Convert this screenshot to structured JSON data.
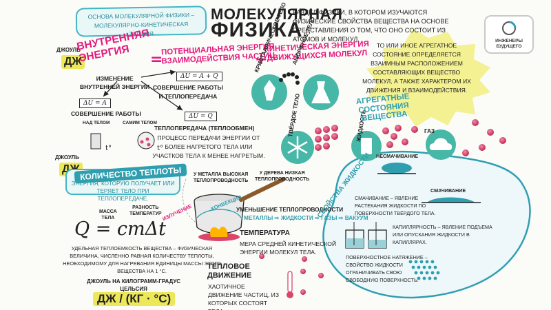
{
  "banner": "Основа молекулярной физики – молекулярно-кинетическая теория",
  "title": {
    "line1": "МОЛЕКУЛЯРНАЯ",
    "line2": "ФИЗИКА"
  },
  "subtitle": "Раздел физики, в котором изучаются физические свойства вещества на основе представления о том, что оно состоит из атомов и молекул.",
  "logo": {
    "line1": "ИНЖЕНЕРЫ",
    "line2": "БУДУЩЕГО"
  },
  "joule_label": "Джоуль",
  "joule_symbol": "Дж",
  "inner_energy": {
    "line1": "Внутренняя",
    "line2": "энергия"
  },
  "equals": "=",
  "potential_energy": {
    "line1": "Потенциальная энергия",
    "line2": "взаимодействия частиц"
  },
  "plus": "+",
  "kinetic_energy": {
    "line1": "Кинетическая энергия",
    "line2": "движущихся молекул"
  },
  "star_text": "То или иное агрегатное состояние определяется взаимным расположением составляющих вещество молекул, а также характером их движения и взаимодействия.",
  "change": {
    "line1": "Изменение",
    "line2": "внутренней энергии"
  },
  "formula_work": "ΔU = A",
  "work_label": "Совершение работы",
  "formula_work_heat": "ΔU = A + Q",
  "work_heat_label": {
    "line1": "Совершение работы",
    "line2": "и теплопередача"
  },
  "formula_heat": "ΔU = Q",
  "heat_transfer_title": "Теплопередача (теплообмен)",
  "heat_transfer_desc": "Процесс передачи энергии от более нагретого тела или участков тела к менее нагретым.",
  "over_body": "Над телом",
  "by_body": "Самим телом",
  "t_symbol": "t°",
  "heat_quantity": {
    "title": "Количество теплоты",
    "desc": "Энергия, которую получает или теряет тело при теплопередаче."
  },
  "mass_label": {
    "line1": "Масса",
    "line2": "тела"
  },
  "diff_label": {
    "line1": "Разность",
    "line2": "температур"
  },
  "formula_q": "Q = cmΔt",
  "specific_heat": "Удельная теплоемкость вещества – физическая величина, численно равная количеству теплоты, необходимому для нагревания единицы массы этого вещества на 1 °C.",
  "jkg_label": {
    "line1": "Джоуль на килограмм-градус",
    "line2": "Цельсия"
  },
  "jkg_symbol": "Дж / (кг · °C)",
  "radiation": "Излучение",
  "convection": "Конвекция",
  "metal_label": {
    "line1": "У металла высокая",
    "line2": "теплопроводность"
  },
  "wood_label": {
    "line1": "У дерева низкая",
    "line2": "теплопроводность"
  },
  "thermal_down": "Уменьшение теплопроводности",
  "thermal_list": "Металлы ⇨ жидкости ⇨ газы ⇨ вакуум",
  "temperature": {
    "title": "Температура",
    "desc": "Мера средней кинетической энергии молекул тела."
  },
  "thermal_motion": {
    "line1": "Тепловое",
    "line2": "движение",
    "desc": "Хаотичное движение частиц, из которых состоят тела."
  },
  "crystal": "Кристаллическое тело",
  "amorphous": "Аморфное тело",
  "solid": "Твёрдое тело",
  "liquid": "Жидкость",
  "gas": "Газ",
  "aggregate": {
    "line1": "Агрегатные",
    "line2": "состояния",
    "line3": "вещества"
  },
  "liquid_props": "Свойства жидкости",
  "nonwetting": "Несмачивание",
  "wetting": "Смачивание",
  "wetting_desc": "Смачивание – явление растекания жидкости по поверхности твёрдого тела.",
  "capillarity": "Капиллярность – явление подъема или опускания жидкости в капиллярах.",
  "surface_tension": "Поверхностное натяжение – свойство жидкости ограничивать свою свободную поверхность.",
  "colors": {
    "pink": "#e5197d",
    "teal": "#2f9fb0",
    "yellow": "#ece85a",
    "molecule": "#d9466a"
  }
}
